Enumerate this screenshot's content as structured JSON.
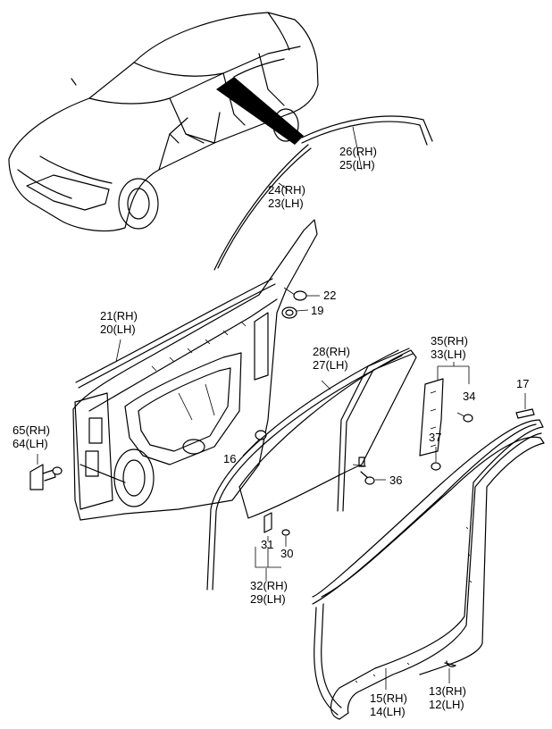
{
  "diagram": {
    "callouts": [
      {
        "key": "c26",
        "lines": [
          "26(RH)",
          "25(LH)"
        ]
      },
      {
        "key": "c24",
        "lines": [
          "24(RH)",
          "23(LH)"
        ]
      },
      {
        "key": "c22",
        "lines": [
          "22"
        ]
      },
      {
        "key": "c19",
        "lines": [
          "19"
        ]
      },
      {
        "key": "c21",
        "lines": [
          "21(RH)",
          "20(LH)"
        ]
      },
      {
        "key": "c28",
        "lines": [
          "28(RH)",
          "27(LH)"
        ]
      },
      {
        "key": "c35",
        "lines": [
          "35(RH)",
          "33(LH)"
        ]
      },
      {
        "key": "c34",
        "lines": [
          "34"
        ]
      },
      {
        "key": "c17",
        "lines": [
          "17"
        ]
      },
      {
        "key": "c65",
        "lines": [
          "65(RH)",
          "64(LH)"
        ]
      },
      {
        "key": "c37",
        "lines": [
          "37"
        ]
      },
      {
        "key": "c16",
        "lines": [
          "16"
        ]
      },
      {
        "key": "c36",
        "lines": [
          "36"
        ]
      },
      {
        "key": "c31",
        "lines": [
          "31"
        ]
      },
      {
        "key": "c30",
        "lines": [
          "30"
        ]
      },
      {
        "key": "c32",
        "lines": [
          "32(RH)",
          "29(LH)"
        ]
      },
      {
        "key": "c15",
        "lines": [
          "15(RH)",
          "14(LH)"
        ]
      },
      {
        "key": "c13",
        "lines": [
          "13(RH)",
          "12(LH)"
        ]
      }
    ]
  }
}
